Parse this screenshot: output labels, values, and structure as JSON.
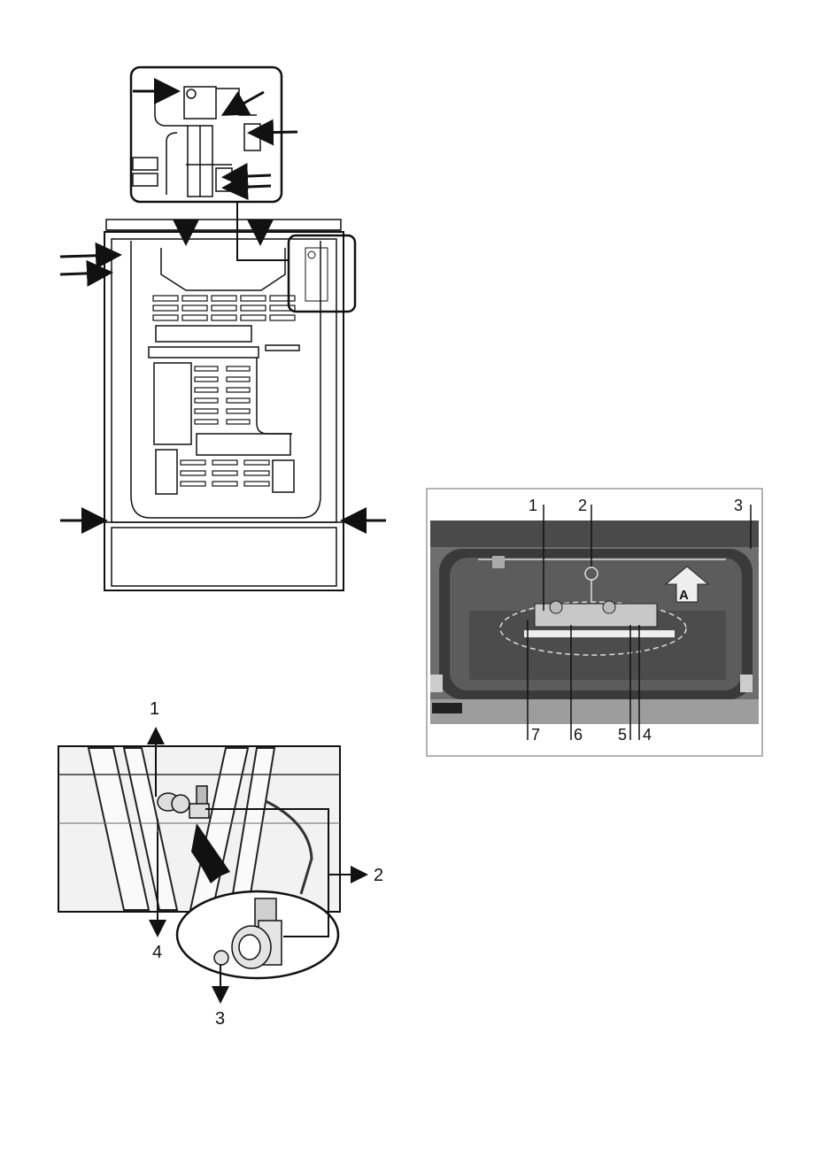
{
  "colors": {
    "line": "#111111",
    "photo_dark": "#2b2b2b",
    "photo_mid": "#8a8a8a",
    "photo_light": "#d6d6d6",
    "frame_border": "#9a9a9a"
  },
  "figure_bottom": {
    "labels": {
      "l1": "1",
      "l2": "2",
      "l3": "3",
      "l4": "4"
    }
  },
  "figure_right": {
    "marker": "A",
    "labels": {
      "l1": "1",
      "l2": "2",
      "l3": "3",
      "l4": "4",
      "l5": "5",
      "l6": "6",
      "l7": "7"
    }
  }
}
